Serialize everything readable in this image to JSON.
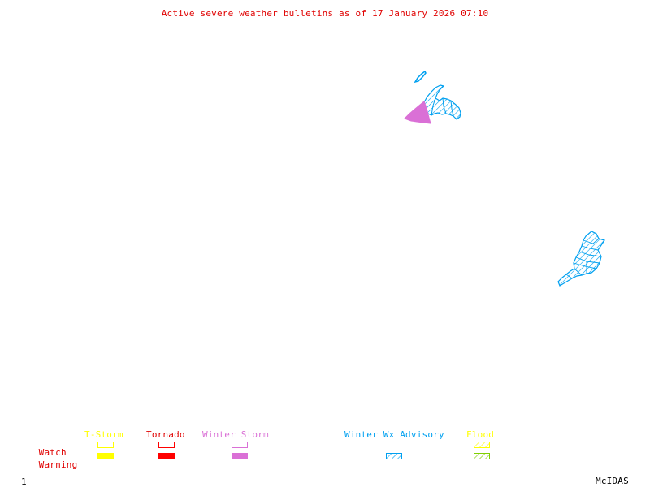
{
  "title": "Active severe weather bulletins as of 17 January 2026 07:10",
  "title_color": "#e00000",
  "footer": {
    "frame_number": "1",
    "brand": "McIDAS"
  },
  "legend": {
    "row_labels": {
      "watch": "Watch",
      "warning": "Warning",
      "color": "#e00000"
    },
    "categories": [
      {
        "id": "tstorm",
        "label": "T-Storm",
        "color": "#ffff00",
        "watch": "outline",
        "warning": "solid"
      },
      {
        "id": "tornado",
        "label": "Tornado",
        "color": "#ff0000",
        "watch": "outline",
        "warning": "solid"
      },
      {
        "id": "winter-storm",
        "label": "Winter Storm",
        "color": "#da70d6",
        "watch": "outline",
        "warning": "solid"
      },
      {
        "id": "winter-wx-advisory",
        "label": "Winter Wx Advisory",
        "color": "#00a0f0",
        "watch": null,
        "warning": "hatched"
      },
      {
        "id": "flood",
        "label": "Flood",
        "color": "#ffff00",
        "warning_color": "#7fd000",
        "watch": "hatched",
        "warning": "hatched"
      }
    ]
  },
  "active_areas": [
    {
      "type": "Winter Storm Warning",
      "color": "#da70d6",
      "style": "solid",
      "region": "northern cluster"
    },
    {
      "type": "Winter Wx Advisory",
      "color": "#00a0f0",
      "style": "hatched",
      "region": "northern cluster"
    },
    {
      "type": "Winter Wx Advisory",
      "color": "#00a0f0",
      "style": "hatched",
      "region": "northern island"
    },
    {
      "type": "Winter Wx Advisory",
      "color": "#00a0f0",
      "style": "hatched",
      "region": "eastern cluster"
    }
  ]
}
